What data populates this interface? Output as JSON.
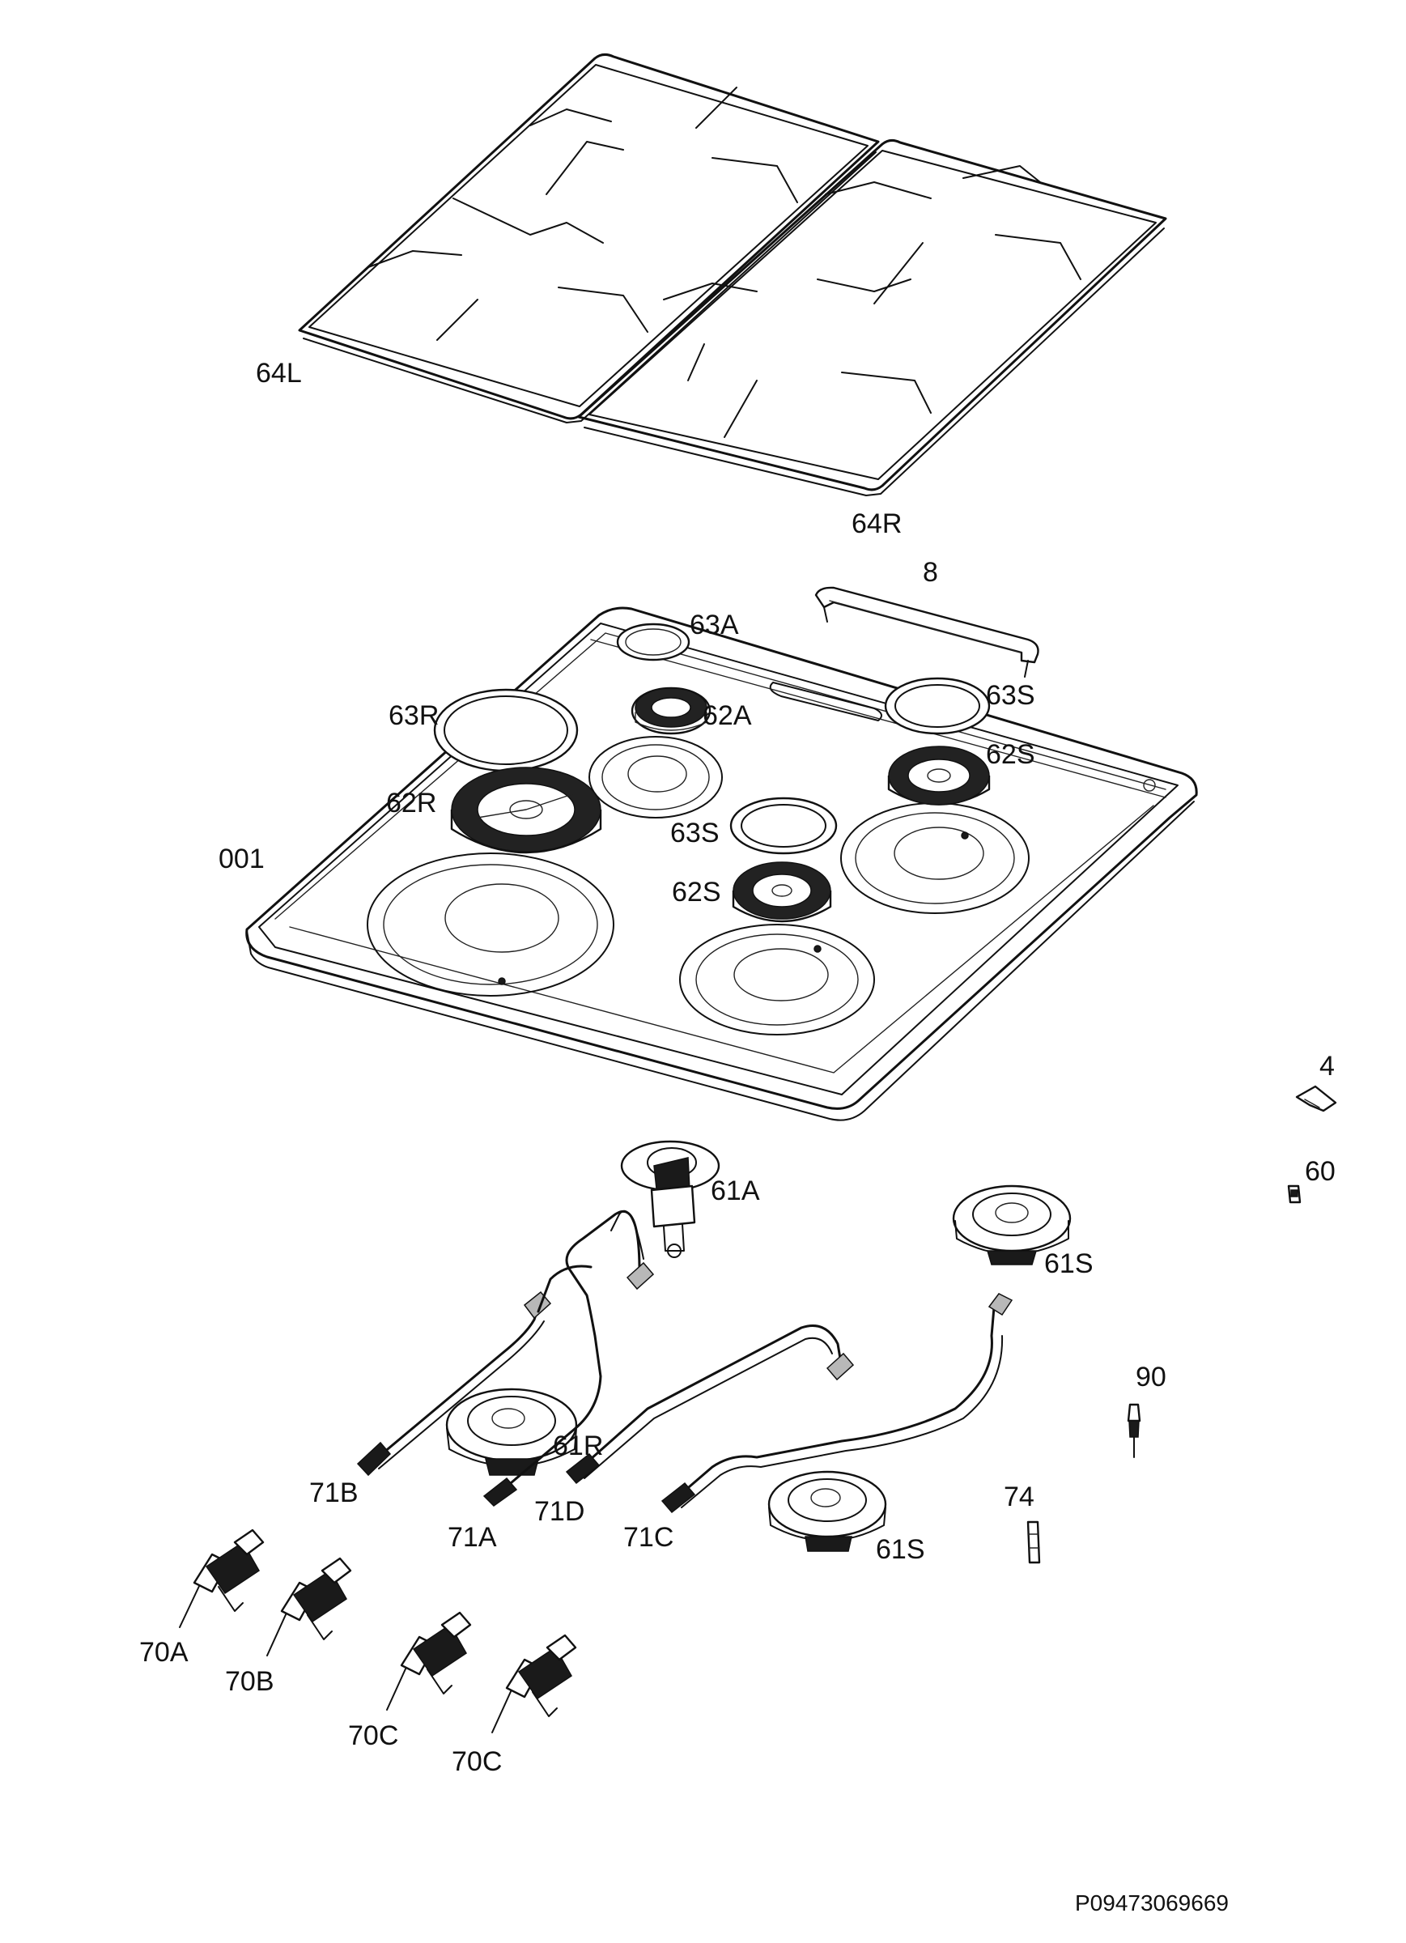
{
  "labels": {
    "l64L": "64L",
    "l64R": "64R",
    "l8": "8",
    "l63A": "63A",
    "l63R": "63R",
    "l62A": "62A",
    "l63S_top": "63S",
    "l62S_top": "62S",
    "l62R": "62R",
    "l001": "001",
    "l63S_mid": "63S",
    "l62S_mid": "62S",
    "l4": "4",
    "l60": "60",
    "l61A": "61A",
    "l61S_top": "61S",
    "l90": "90",
    "l61R": "61R",
    "l71B": "71B",
    "l71D": "71D",
    "l71A": "71A",
    "l71C": "71C",
    "l74": "74",
    "l61S_bottom": "61S",
    "l70A": "70A",
    "l70B": "70B",
    "l70C_left": "70C",
    "l70C_right": "70C"
  },
  "document_code": "P09473069669"
}
